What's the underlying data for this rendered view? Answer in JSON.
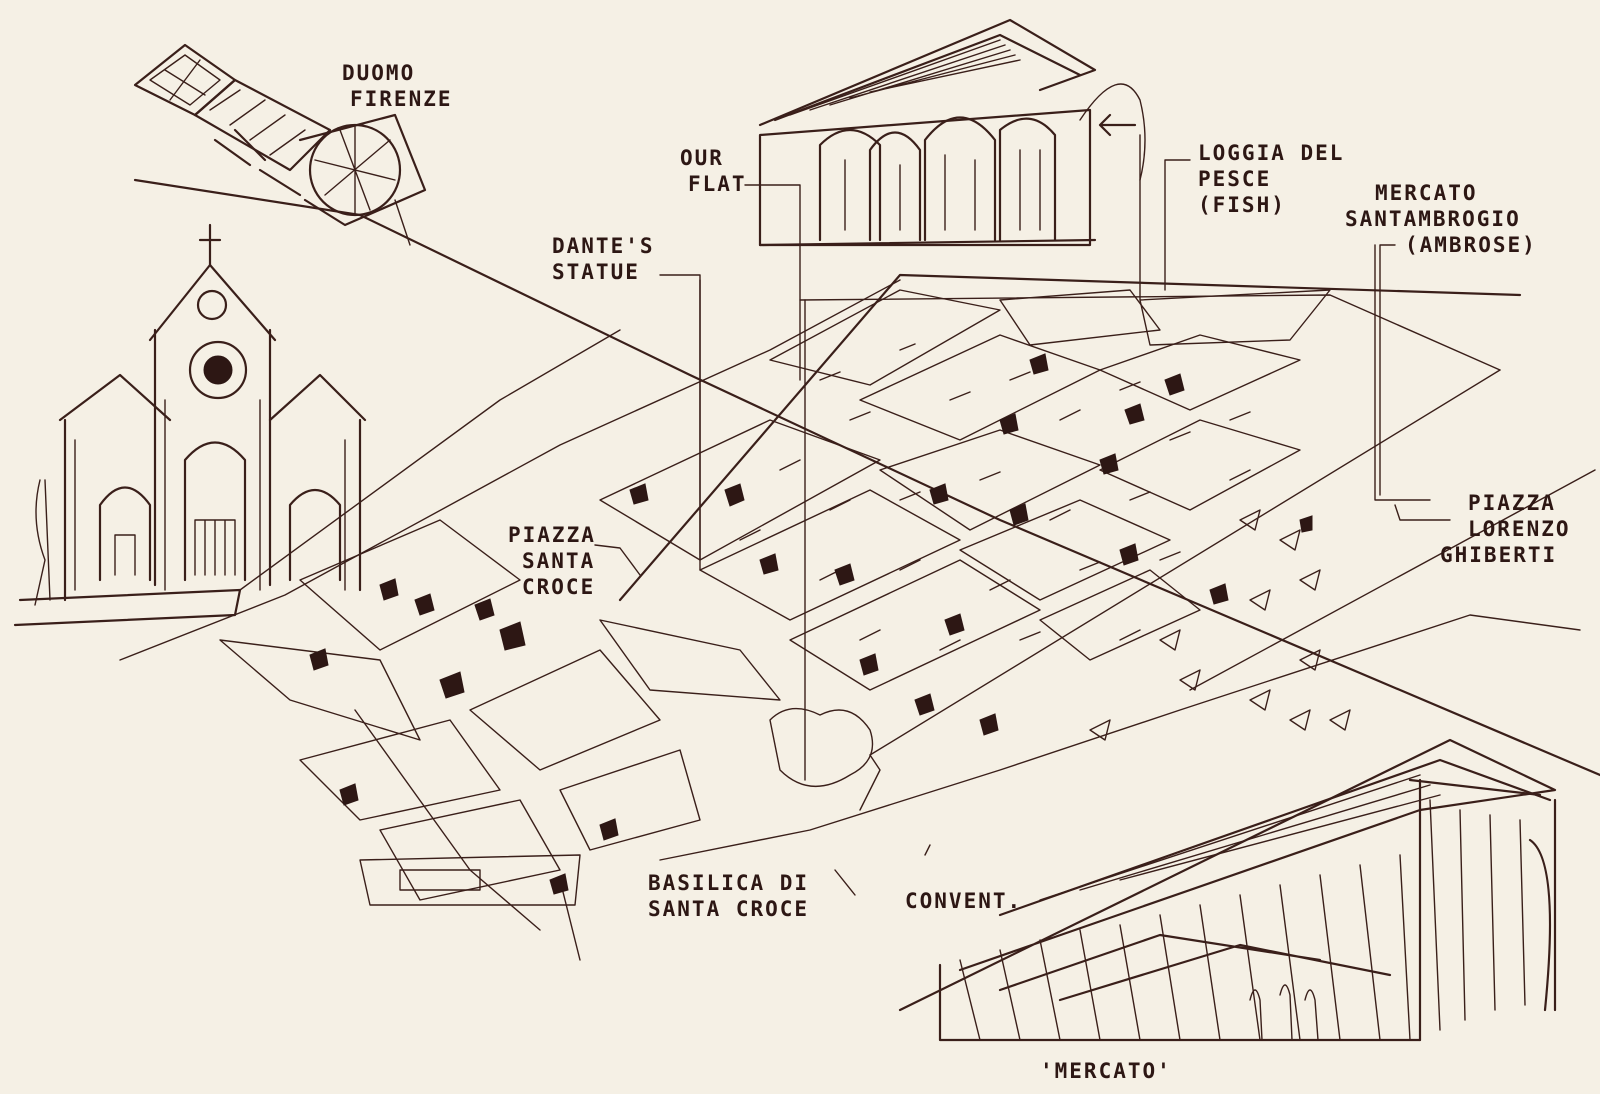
{
  "labels": {
    "duomo": [
      "DUOMO",
      "FIRENZE"
    ],
    "our_flat": [
      "OUR",
      "FLAT"
    ],
    "loggia": [
      "LOGGIA del",
      "PESCE",
      "(FISH)"
    ],
    "mercato_sant": [
      "MERCATO",
      "SANTAMBROGIO",
      "(AMBROSE)"
    ],
    "dante": [
      "DANTE'S",
      "STATUE"
    ],
    "piazza_santa_croce": [
      "PIAZZA",
      "SANTA",
      "CROCE"
    ],
    "piazza_ghiberti": [
      "PIAZZA",
      "LORENZO",
      "GHIBERTI"
    ],
    "basilica": [
      "BASILICA di",
      "SANTA CROCE"
    ],
    "convent": [
      "CONVENT."
    ],
    "mercato": [
      "'MERCATO'"
    ]
  }
}
